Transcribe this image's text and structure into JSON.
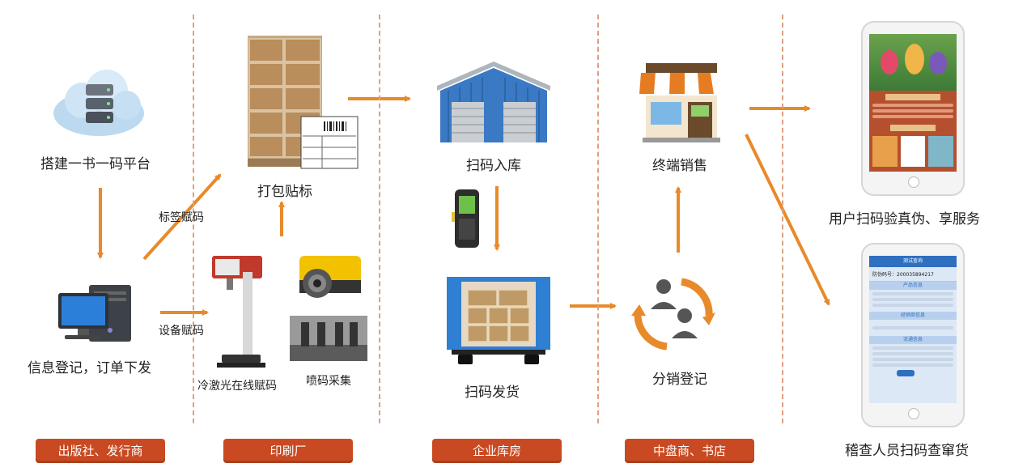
{
  "nodes": {
    "platform": "搭建一书一码平台",
    "order": "信息登记，订单下发",
    "packing": "打包贴标",
    "laser": "冷激光在线赋码",
    "spray": "喷码采集",
    "warehouse_in": "扫码入库",
    "ship": "扫码发货",
    "terminal": "终端销售",
    "distribution": "分销登记",
    "user_verify": "用户扫码验真伪、享服务",
    "inspector": "稽查人员扫码查窜货"
  },
  "edges": {
    "label_coding": "标签赋码",
    "device_coding": "设备赋码"
  },
  "phone2": {
    "title": "测试查询",
    "code_label": "防伪码号：",
    "code_value": "200035894217",
    "section_product": "产品信息",
    "section_sale": "经销商信息",
    "section_flow": "流通信息"
  },
  "badges": {
    "publisher": "出版社、发行商",
    "printer": "印刷厂",
    "warehouse": "企业库房",
    "dealer": "中盘商、书店"
  },
  "colors": {
    "arrow": "#e88a2a",
    "badge": "#c94a22",
    "divider": "#e0a080"
  }
}
